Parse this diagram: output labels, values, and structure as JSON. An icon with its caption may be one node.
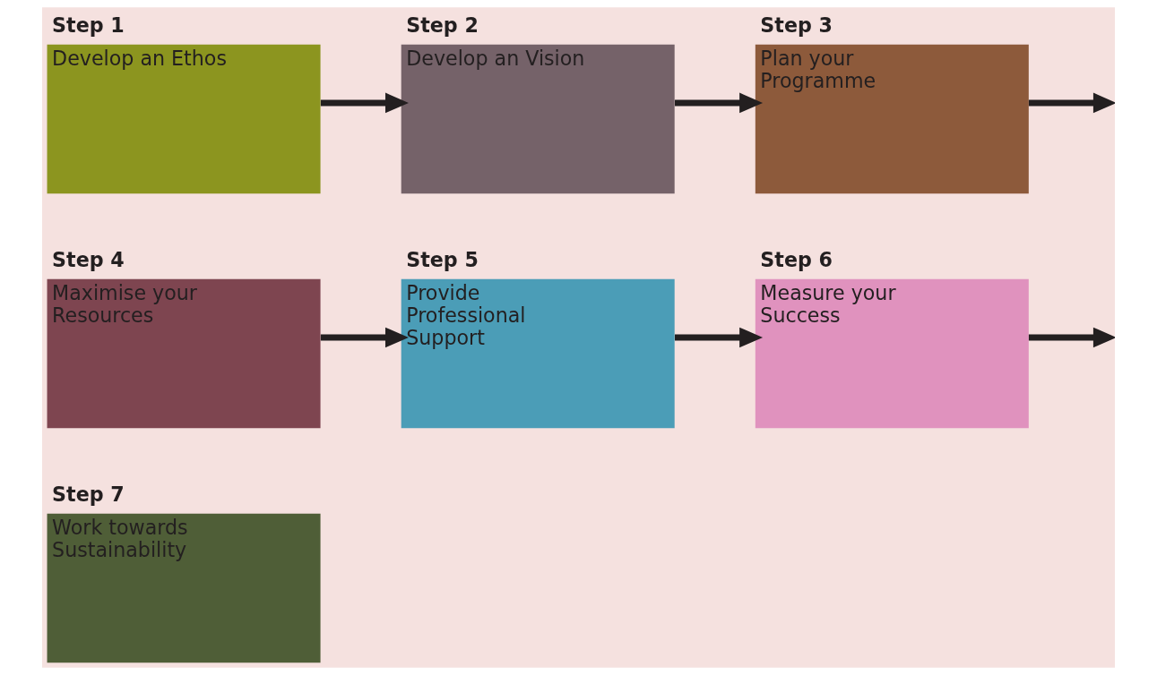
{
  "diagram": {
    "nodes": [
      {
        "text": [
          "Step 1",
          "Develop an Ethos"
        ]
      },
      {
        "text": [
          "Step 2",
          "Develop an Vision"
        ]
      },
      {
        "text": [
          "Step 3",
          "Plan your Programme"
        ]
      },
      {
        "text": [
          "Step 4",
          "Maximise your Resources"
        ]
      },
      {
        "text": [
          "Step 5",
          "Provide Professional Support"
        ]
      },
      {
        "text": [
          "Step 6",
          "Measure your Success"
        ]
      },
      {
        "text": [
          "Step 7",
          "Work towards Sustainability"
        ]
      }
    ],
    "edges": [
      {
        "from": 0,
        "to": 1,
        "arrow": "to"
      },
      {
        "from": 1,
        "to": 2,
        "arrow": "to"
      },
      {
        "from": 2,
        "to": null,
        "arrow": "to"
      },
      {
        "from": 3,
        "to": 4,
        "arrow": "to"
      },
      {
        "from": 4,
        "to": 5,
        "arrow": "to"
      },
      {
        "from": 5,
        "to": null,
        "arrow": "to"
      }
    ]
  }
}
